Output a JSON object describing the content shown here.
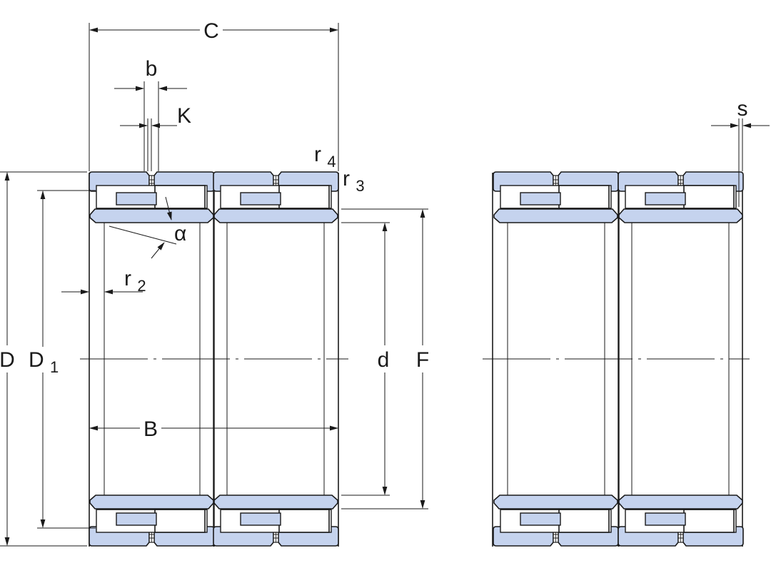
{
  "labels": {
    "C": "C",
    "b": "b",
    "K": "K",
    "s": "s",
    "r4_base": "r",
    "r4_sub": "4",
    "r3_base": "r",
    "r3_sub": "3",
    "r2_base": "r",
    "r2_sub": "2",
    "alpha": "α",
    "D": "D",
    "D1_base": "D",
    "D1_sub": "1",
    "d": "d",
    "F": "F",
    "B": "B"
  },
  "colors": {
    "fill": "#c5d3ee",
    "line": "#1a1a1a",
    "background": "#ffffff"
  },
  "icons": {
    "arrow": "arrow-head"
  }
}
